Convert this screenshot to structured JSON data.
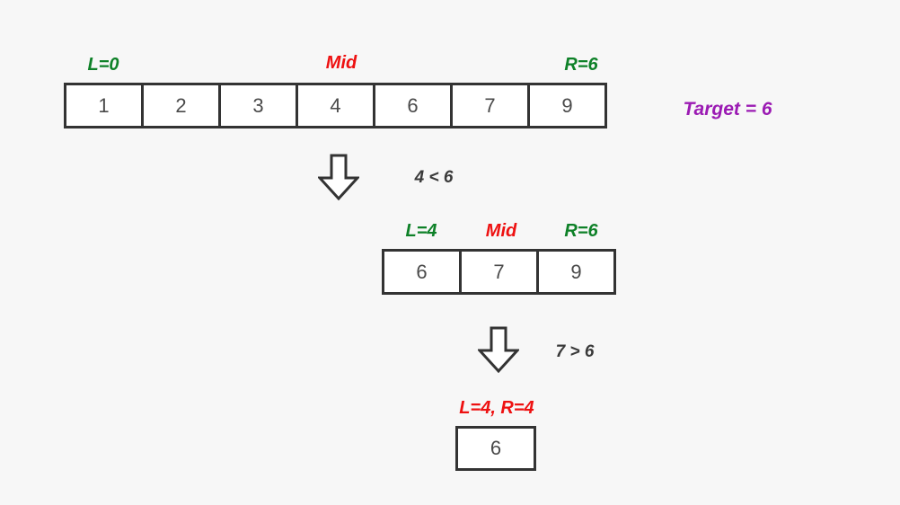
{
  "diagram_title": "binary-search-steps",
  "colors": {
    "green": "#0e8128",
    "red": "#ee1111",
    "purple": "#9b1bb3",
    "border": "#333333",
    "cell_text": "#4a4a4a",
    "background": "#f7f7f7"
  },
  "target": {
    "label": "Target = 6"
  },
  "steps": [
    {
      "labels": [
        {
          "text": "L=0",
          "color": "green"
        },
        {
          "text": "Mid",
          "color": "red"
        },
        {
          "text": "R=6",
          "color": "green"
        }
      ],
      "cells": [
        "1",
        "2",
        "3",
        "4",
        "6",
        "7",
        "9"
      ],
      "comparison": "4 < 6"
    },
    {
      "labels": [
        {
          "text": "L=4",
          "color": "green"
        },
        {
          "text": "Mid",
          "color": "red"
        },
        {
          "text": "R=6",
          "color": "green"
        }
      ],
      "cells": [
        "6",
        "7",
        "9"
      ],
      "comparison": "7 > 6"
    },
    {
      "labels": [
        {
          "text": "L=4, R=4",
          "color": "red"
        }
      ],
      "cells": [
        "6"
      ]
    }
  ]
}
